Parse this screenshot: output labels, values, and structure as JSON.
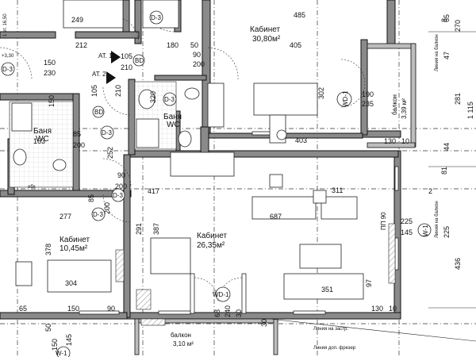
{
  "rooms": {
    "office_top_name": "Кабинет",
    "office_top_area": "30,80м²",
    "office_center_name": "Кабинет",
    "office_center_area": "26,35м²",
    "office_left_name": "Кабинет",
    "office_left_area": "10,45м²",
    "bath_center_name": "Баня",
    "bath_center_wc": "WC",
    "bath_left_name": "Баня",
    "bath_left_wc": "WC",
    "balcony_right_name": "балкон",
    "balcony_right_area": "3,39 м²",
    "balcony_bottom_name": "балкон",
    "balcony_bottom_area": "3,10 м²"
  },
  "tags": {
    "d3_a": "D-3",
    "d3_b": "D-3",
    "d3_c": "D-3",
    "d3_d": "D-3",
    "d3_e": "D-3",
    "d3_f": "D-3",
    "at1": "АТ. 1",
    "at2": "АТ. 2",
    "bd_a": "BD",
    "bd_b": "BD",
    "wd1_right": "WD-1",
    "wd1_bottom": "WD-1",
    "w1_right": "W-1",
    "w1_bottom": "W-1",
    "pp90": "ПП 90",
    "level": "+3,30",
    "top_left": "1 ет. 16,50",
    "obx": "обх"
  },
  "dims": {
    "d249": "249",
    "d485": "485",
    "d212": "212",
    "d180": "180",
    "d405": "405",
    "d50a": "50",
    "d150a": "150",
    "d230": "230",
    "d105a": "105",
    "d210a": "210",
    "d90a": "90",
    "d200a": "200",
    "d105b": "105",
    "d210b": "210",
    "d150b": "150",
    "d320": "320",
    "d302": "302",
    "d403": "403",
    "d190": "190",
    "d235": "235",
    "d130a": "130",
    "d10a": "10",
    "d163": "163",
    "d85a": "85",
    "d200b": "200",
    "d252": "252",
    "d90b": "90",
    "d200c": "200",
    "d417": "417",
    "d85b": "85",
    "d200d": "200",
    "d277": "277",
    "d687": "687",
    "d311": "311",
    "d225a": "225",
    "d145": "145",
    "d291": "291",
    "d387": "387",
    "d378": "378",
    "d304": "304",
    "d65": "65",
    "d150c": "150",
    "d90c": "90",
    "d351": "351",
    "d97": "97",
    "d130b": "130",
    "d10b": "10",
    "d68": "68",
    "d240": "240",
    "d30a": "30",
    "d30b": "30",
    "d50b": "50",
    "d150d": "150",
    "d145b": "145",
    "d8a": "8",
    "d81": "81",
    "d2": "2",
    "d225b": "225",
    "d436": "436",
    "d47": "47",
    "d281": "281",
    "d44": "44",
    "d1115": "1 115",
    "d65b": "65",
    "d270": "270"
  },
  "notes": {
    "n1": "Линия на балкон",
    "n2": "Линия на балкон",
    "n3": "Линия на застр.",
    "n4": "Линия доп. фрезер"
  },
  "colors": {
    "wall": "#8a8a8a",
    "ink": "#111111"
  }
}
